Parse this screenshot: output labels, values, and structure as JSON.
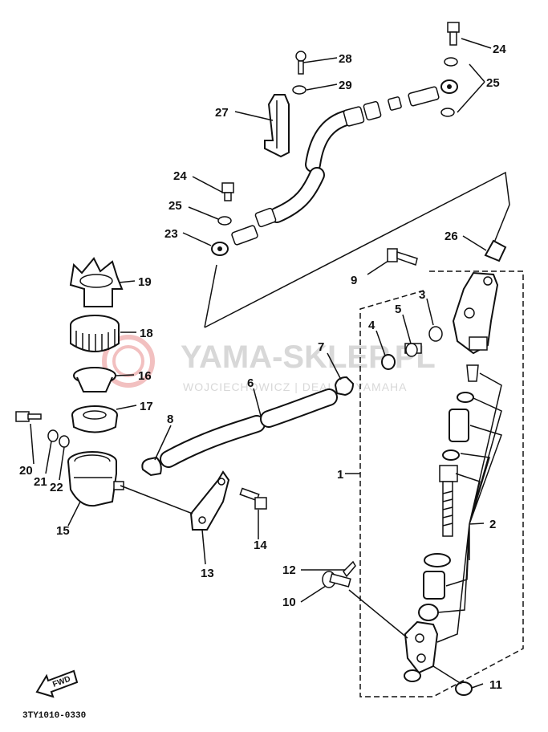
{
  "watermark": {
    "brand": "YAMA-SKLEP.PL",
    "dealer": "WOJCIECHOWICZ | DEALER YAMAHA"
  },
  "diagram_code": "3TY1010-0330",
  "fwd_label": "FWD",
  "callouts": [
    "28",
    "29",
    "27",
    "24",
    "25",
    "23",
    "24",
    "25",
    "26",
    "19",
    "18",
    "16",
    "17",
    "9",
    "3",
    "5",
    "4",
    "7",
    "6",
    "8",
    "1",
    "2",
    "20",
    "21",
    "22",
    "15",
    "13",
    "14",
    "12",
    "10",
    "11"
  ]
}
